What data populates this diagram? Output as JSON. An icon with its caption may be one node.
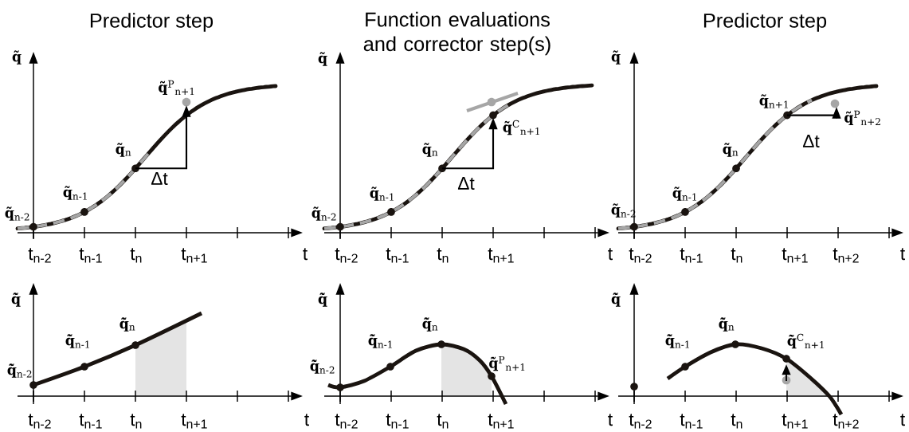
{
  "diagram": {
    "labels": [
      "Predictor step",
      "Function evaluations and corrector step(s)",
      "Predictor step",
      "q̃",
      "**q̃**$^{P}$$_{n+1}$",
      "**q̃**$_{n}$",
      "Δt",
      "**q̃**$_{n-1}$",
      "**q̃**$_{n-2}$",
      "t$_{n-2}$",
      "t$_{n-1}$",
      "t$_{n}$",
      "t$_{n+1}$",
      "t",
      "q̃",
      "**q̃**$^{C}$$_{n+1}$",
      "**q̃**$_{n}$",
      "Δt",
      "**q̃**$_{n-1}$",
      "**q̃**$_{n-2}$",
      "t$_{n-2}$",
      "t$_{n-1}$",
      "t$_{n}$",
      "t$_{n+1}$",
      "t",
      "q̃",
      "**q̃**$_{n+1}$",
      "**q̃**$^{P}$$_{n+2}$",
      "**q̃**$_{n}$",
      "Δt",
      "**q̃**$_{n-1}$",
      "**q̃**$_{n-2}$",
      "t$_{n-2}$",
      "t$_{n-1}$",
      "t$_{n}$",
      "t$_{n+1}$",
      "t$_{n+2}$",
      "t",
      "q̃̇",
      "**q̃̇**$_{n-2}$",
      "**q̃̇**$_{n-1}$",
      "**q̃̇**$_{n}$",
      "t$_{n-2}$",
      "t$_{n-1}$",
      "t$_{n}$",
      "t$_{n+1}$",
      "t",
      "q̃̇",
      "**q̃̇**$_{n-2}$",
      "**q̃̇**$_{n-1}$",
      "**q̃̇**$_{n}$",
      "**q̃̇**$^{P}$$_{n+1}$",
      "t$_{n-2}$",
      "t$_{n-1}$",
      "t$_{n}$",
      "t$_{n+1}$",
      "t",
      "q̃̇",
      "**q̃̇**$_{n-1}$",
      "**q̃̇**$_{n}$",
      "**q̃̇**$^{C}$$_{n+1}$",
      "t$_{n-2}$",
      "t$_{n-1}$",
      "t$_{n}$",
      "t$_{n+1}$",
      "t$_{n+2}$",
      "t"
    ]
  }
}
